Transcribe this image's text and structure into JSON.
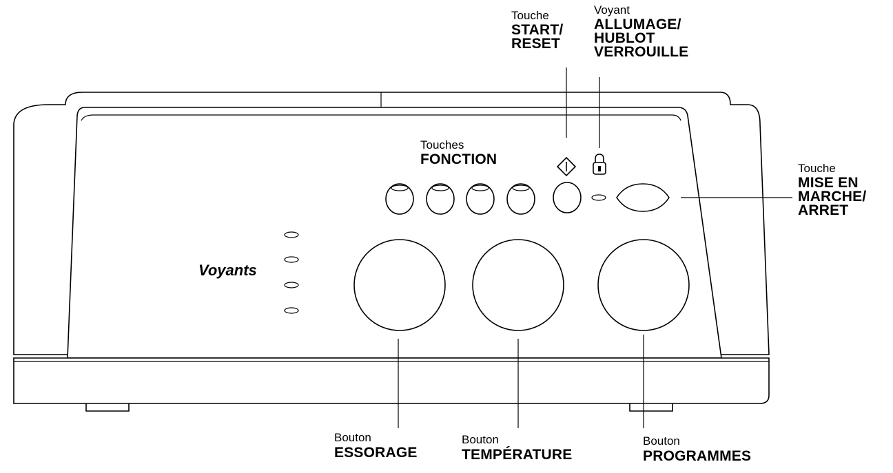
{
  "labels": {
    "start_reset": {
      "prefix": "Touche",
      "line1": "START/",
      "line2": "RESET"
    },
    "allumage": {
      "prefix": "Voyant",
      "line1": "ALLUMAGE/",
      "line2": "HUBLOT",
      "line3": "VERROUILLE"
    },
    "fonction": {
      "prefix": "Touches",
      "line1": "FONCTION"
    },
    "mise_en_marche": {
      "prefix": "Touche",
      "line1": "MISE EN",
      "line2": "MARCHE/",
      "line3": "ARRET"
    },
    "voyants": "Voyants",
    "essorage": {
      "prefix": "Bouton",
      "line1": "ESSORAGE"
    },
    "temperature": {
      "prefix": "Bouton",
      "line1": "TEMPÉRATURE"
    },
    "programmes": {
      "prefix": "Bouton",
      "line1": "PROGRAMMES"
    }
  },
  "icons": {
    "start": "start-diamond-icon",
    "lock": "padlock-icon"
  },
  "colors": {
    "line": "#000000",
    "background": "#ffffff"
  }
}
